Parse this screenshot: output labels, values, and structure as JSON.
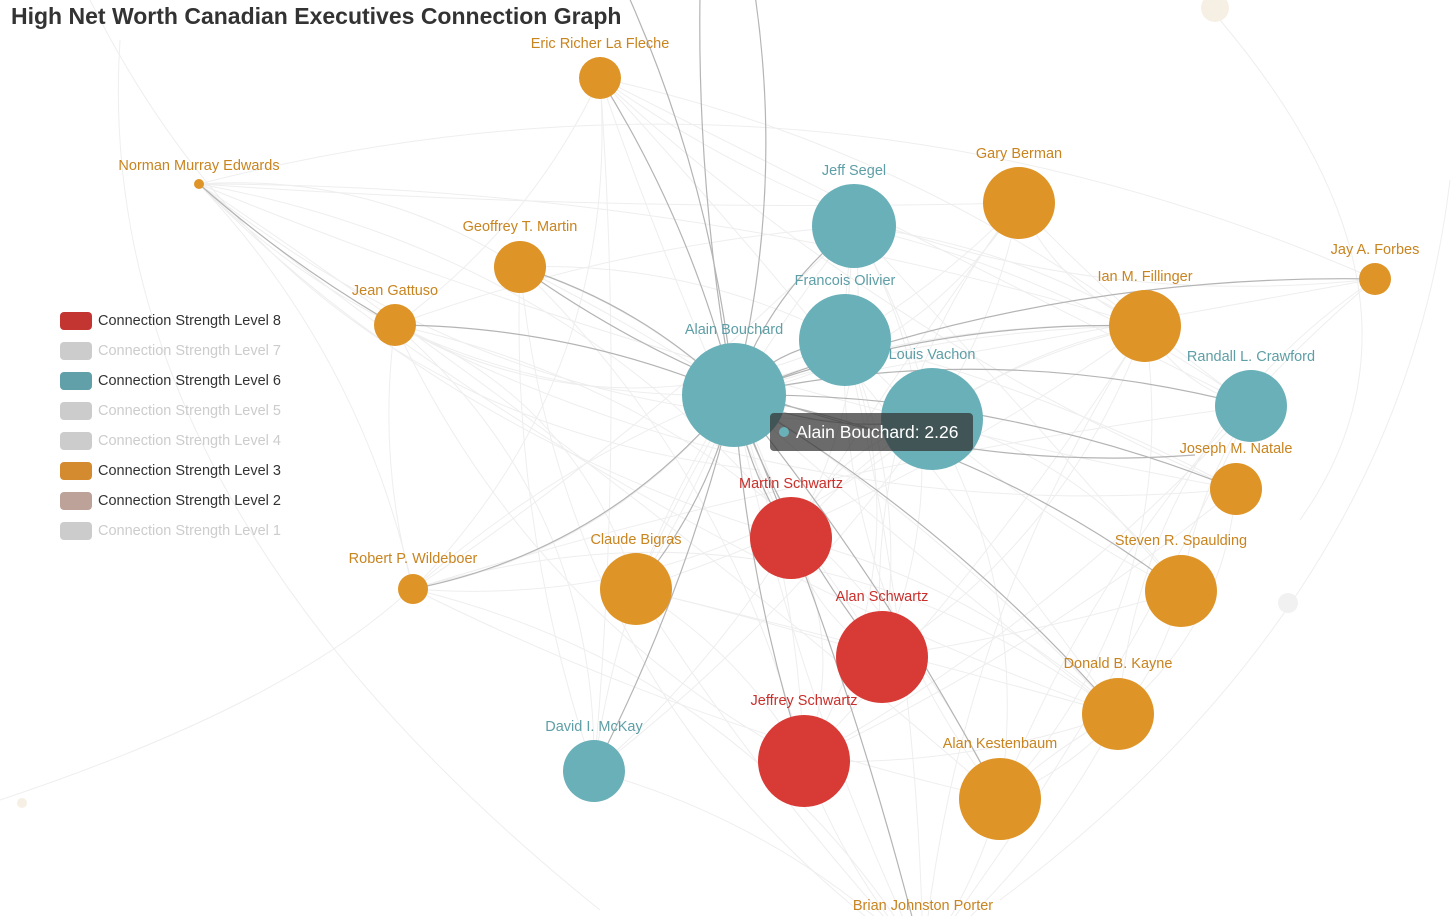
{
  "title": "High Net Worth Canadian Executives Connection Graph",
  "tooltip": {
    "name": "Alain Bouchard",
    "value": "2.26",
    "text": "Alain Bouchard: 2.26",
    "color": "#6ab0b8"
  },
  "legend": [
    {
      "label": "Connection Strength Level 8",
      "color": "#c23531",
      "active": true
    },
    {
      "label": "Connection Strength Level 7",
      "color": "#cccccc",
      "active": false
    },
    {
      "label": "Connection Strength Level 6",
      "color": "#61a0a8",
      "active": true
    },
    {
      "label": "Connection Strength Level 5",
      "color": "#cccccc",
      "active": false
    },
    {
      "label": "Connection Strength Level 4",
      "color": "#cccccc",
      "active": false
    },
    {
      "label": "Connection Strength Level 3",
      "color": "#d48a2f",
      "active": true
    },
    {
      "label": "Connection Strength Level 2",
      "color": "#bda29a",
      "active": true
    },
    {
      "label": "Connection Strength Level 1",
      "color": "#cccccc",
      "active": false
    }
  ],
  "colors": {
    "level8": "#d83a35",
    "level6": "#6ab0b8",
    "level3": "#de9427",
    "label8": "#c92f2b",
    "label6": "#5e9ea6",
    "label3": "#c8841f",
    "edge_highlight": "#b4b4b4",
    "edge_faded": "#eeeeee",
    "legend_inactive_text": "#cccccc",
    "legend_active_text": "#333333"
  },
  "nodes": [
    {
      "name": "Eric Richer La Fleche",
      "level": 3
    },
    {
      "name": "Norman Murray Edwards",
      "level": 3
    },
    {
      "name": "Geoffrey T. Martin",
      "level": 3
    },
    {
      "name": "Jean Gattuso",
      "level": 3
    },
    {
      "name": "Jeff Segel",
      "level": 6
    },
    {
      "name": "Gary Berman",
      "level": 3
    },
    {
      "name": "Jay A. Forbes",
      "level": 3
    },
    {
      "name": "Francois Olivier",
      "level": 6
    },
    {
      "name": "Ian M. Fillinger",
      "level": 3
    },
    {
      "name": "Alain Bouchard",
      "level": 6
    },
    {
      "name": "Louis Vachon",
      "level": 6
    },
    {
      "name": "Randall L. Crawford",
      "level": 6
    },
    {
      "name": "Joseph M. Natale",
      "level": 3
    },
    {
      "name": "Martin Schwartz",
      "level": 8
    },
    {
      "name": "Claude Bigras",
      "level": 3
    },
    {
      "name": "Robert P. Wildeboer",
      "level": 3
    },
    {
      "name": "Steven R. Spaulding",
      "level": 3
    },
    {
      "name": "Alan Schwartz",
      "level": 8
    },
    {
      "name": "Donald B. Kayne",
      "level": 3
    },
    {
      "name": "Jeffrey Schwartz",
      "level": 8
    },
    {
      "name": "David I. McKay",
      "level": 6
    },
    {
      "name": "Alan Kestenbaum",
      "level": 3
    },
    {
      "name": "Brian Johnston Porter",
      "level": 3
    }
  ],
  "highlighted_links": [
    [
      "Alain Bouchard",
      "Eric Richer La Fleche"
    ],
    [
      "Alain Bouchard",
      "Geoffrey T. Martin"
    ],
    [
      "Alain Bouchard",
      "Jean Gattuso"
    ],
    [
      "Alain Bouchard",
      "Jeff Segel"
    ],
    [
      "Alain Bouchard",
      "Francois Olivier"
    ],
    [
      "Alain Bouchard",
      "Louis Vachon"
    ],
    [
      "Alain Bouchard",
      "Ian M. Fillinger"
    ],
    [
      "Alain Bouchard",
      "Randall L. Crawford"
    ],
    [
      "Alain Bouchard",
      "Joseph M. Natale"
    ],
    [
      "Alain Bouchard",
      "Martin Schwartz"
    ],
    [
      "Alain Bouchard",
      "Claude Bigras"
    ],
    [
      "Alain Bouchard",
      "Robert P. Wildeboer"
    ],
    [
      "Alain Bouchard",
      "Steven R. Spaulding"
    ],
    [
      "Alain Bouchard",
      "Alan Schwartz"
    ],
    [
      "Alain Bouchard",
      "Donald B. Kayne"
    ],
    [
      "Alain Bouchard",
      "Jeffrey Schwartz"
    ],
    [
      "Alain Bouchard",
      "David I. McKay"
    ],
    [
      "Alain Bouchard",
      "Alan Kestenbaum"
    ],
    [
      "Alain Bouchard",
      "Brian Johnston Porter"
    ],
    [
      "Alain Bouchard",
      "Jay A. Forbes"
    ],
    [
      "Jean Gattuso",
      "Norman Murray Edwards"
    ]
  ]
}
